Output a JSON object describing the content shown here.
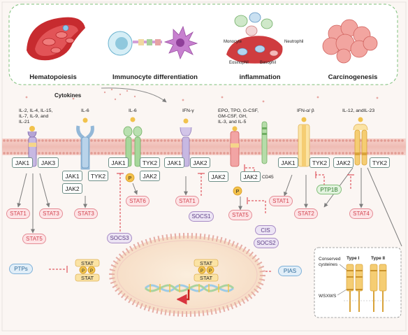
{
  "top_panel": {
    "processes": [
      "Hematopoiesis",
      "Immunocyte differentiation",
      "inflammation",
      "Carcinogenesis"
    ],
    "cell_labels": {
      "monocyte": "Monocyte",
      "neutrophil": "Neutrophil",
      "eosinophil": "Eosinophil",
      "basophil": "Basophil"
    }
  },
  "cytokines_label": "Cytokines",
  "receptors": [
    {
      "label_lines": [
        "IL-2, IL-4, IL-15,",
        "IL-7, IL-9, and",
        "IL-21"
      ]
    },
    {
      "label_lines": [
        "IL-6"
      ]
    },
    {
      "label_lines": [
        "IL-6"
      ]
    },
    {
      "label_lines": [
        "IFN-γ"
      ]
    },
    {
      "label_lines": [
        "EPO, TPO, G-CSF,",
        "GM-CSF, GH,",
        "IL-3, and IL-5"
      ]
    },
    {
      "label_lines": [
        "IFN-α/ β"
      ]
    },
    {
      "label_lines": [
        "IL-12, andIL-23"
      ]
    }
  ],
  "kinases": {
    "jak1": "JAK1",
    "jak2": "JAK2",
    "jak3": "JAK3",
    "tyk2": "TYK2",
    "cd45": "CD45",
    "p": "P"
  },
  "stats": {
    "stat1": "STAT1",
    "stat2": "STAT2",
    "stat3": "STAT3",
    "stat4": "STAT4",
    "stat5": "STAT5",
    "stat6": "STAT6",
    "stat": "STAT"
  },
  "regulators": {
    "socs1": "SOCS1",
    "socs2": "SOCS2",
    "socs3": "SOCS3",
    "cis": "CIS",
    "ptp1b": "PTP1B",
    "ptps": "PTPs",
    "pias": "PIAS"
  },
  "inset": {
    "conserved_cysteines": [
      "Conserved",
      "cysteines"
    ],
    "type1": "Type I",
    "type2": "Type II",
    "motif": "WSXWS"
  },
  "colors": {
    "membrane": "#f2c9c3",
    "membrane_dots": "#e59a90",
    "nucleus_fill": "#f9e6d3",
    "nucleus_border": "#e8b0a8",
    "box_border": "#6f8f88",
    "inhibit_red": "#d9343f",
    "stat_gold": "#f0c44e"
  }
}
